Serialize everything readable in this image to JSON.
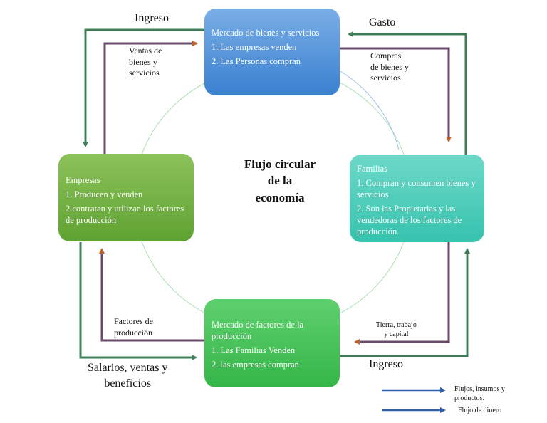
{
  "center_title": [
    "Flujo circular",
    "de la",
    "economía"
  ],
  "boxes": {
    "top": {
      "title": "Mercado de bienes y servicios",
      "line1": "1. Las empresas venden",
      "line2": "2. Las Personas compran",
      "color": "#4a8edb"
    },
    "right": {
      "title": "Familias",
      "line1": "1. Compran y consumen bienes y servicios",
      "line2": "2. Son las Propietarias y las vendedoras de los  factores de producción.",
      "color": "#44c9b5"
    },
    "left": {
      "title": "Empresas",
      "line1": "1. Producen y venden",
      "line2": "2.contratan y utilizan los factores de producción",
      "color": "#6fae3c"
    },
    "bottom": {
      "title": "Mercado de factores de la producción",
      "line1": "1. Las Familias Venden",
      "line2": "2. las empresas compran",
      "color": "#3dbd52"
    }
  },
  "labels": {
    "ingreso_top": "Ingreso",
    "gasto": "Gasto",
    "ventas": [
      "Ventas de",
      "bienes y",
      "servicios"
    ],
    "compras": [
      "Compras",
      "de bienes y",
      "servicios"
    ],
    "factores": [
      "Factores de",
      "producción"
    ],
    "tierra": [
      "Tierra, trabajo",
      "y capital"
    ],
    "salarios": [
      "Salarios, ventas y",
      "beneficios"
    ],
    "ingreso_bottom": "Ingreso"
  },
  "legend": {
    "goods": [
      "Flujos, insumos y",
      "productos."
    ],
    "money": "Flujo de dinero"
  },
  "colors": {
    "money_flow": "#3f7d5a",
    "goods_flow": "#6a4a6a",
    "arrowhead_goods": "#c0602a",
    "legend_arrow": "#2e5fa8"
  }
}
